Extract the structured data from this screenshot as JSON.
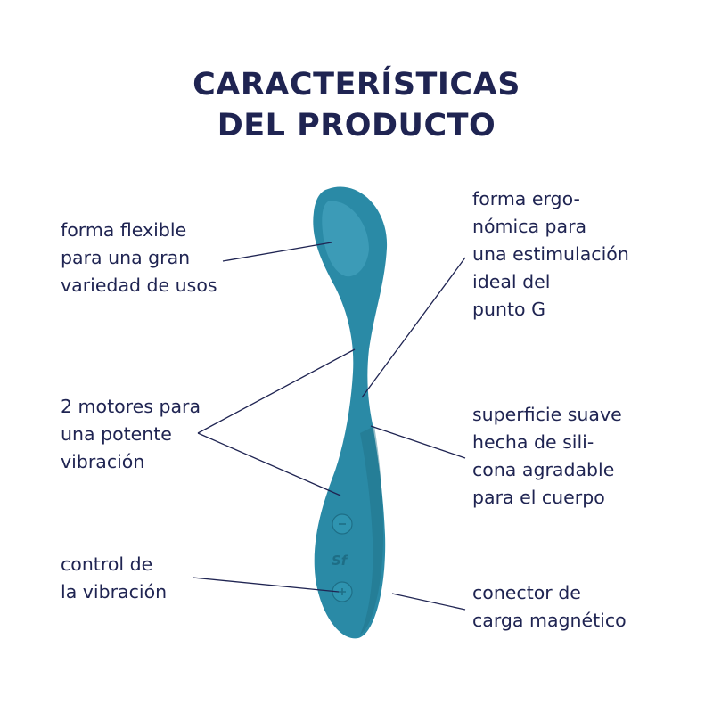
{
  "title": {
    "line1": "CARACTERÍSTICAS",
    "line2": "DEL PRODUCTO"
  },
  "product": {
    "color": "#2a8aa6",
    "highlight_color": "#4aaac4",
    "shadow_color": "#1e6e86",
    "logo_text": "Sf"
  },
  "callouts": {
    "flexible": {
      "lines": [
        "forma flexible",
        "para una gran",
        "variedad de usos"
      ]
    },
    "ergonomic": {
      "lines": [
        "forma ergo-",
        "nómica para",
        "una estimulación",
        "ideal del",
        "punto G"
      ]
    },
    "motors": {
      "lines": [
        "2 motores para",
        "una potente",
        "vibración"
      ]
    },
    "surface": {
      "lines": [
        "superficie suave",
        "hecha de sili-",
        "cona agradable",
        "para el cuerpo"
      ]
    },
    "control": {
      "lines": [
        "control de",
        "la vibración"
      ]
    },
    "charger": {
      "lines": [
        "conector de",
        "carga magnético"
      ]
    }
  },
  "colors": {
    "text": "#1f2452",
    "line": "#1f2452"
  }
}
